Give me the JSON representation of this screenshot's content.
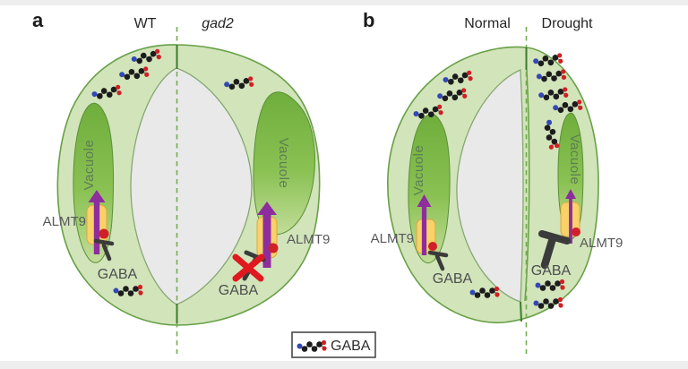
{
  "figure": {
    "panels": [
      {
        "letter": "a",
        "left_condition": "WT",
        "right_condition": "gad2"
      },
      {
        "letter": "b",
        "left_condition": "Normal",
        "right_condition": "Drought"
      }
    ],
    "labels": {
      "vacuole": "Vacuole",
      "channel": "ALMT9",
      "gaba": "GABA"
    },
    "legend": {
      "icon": "gaba-molecule-icon",
      "label": "GABA"
    },
    "colors": {
      "cell_fill": "#d2e4ba",
      "cell_stroke": "#68a047",
      "vacuole_green": "#76b23f",
      "pore_gray": "#e9e9e9",
      "pore_stroke": "#85a873",
      "channel_yellow": "#f9d168",
      "channel_stroke": "#d9a93e",
      "arrow_purple": "#8e2d9e",
      "dot_red": "#cf2127",
      "cross_red": "#e0181f",
      "tbar_gray": "#3b3b3b",
      "dashed_line_green": "#74ab52",
      "junction_green": "#3e7d2e",
      "strip_gray": "#eeeeee"
    }
  }
}
